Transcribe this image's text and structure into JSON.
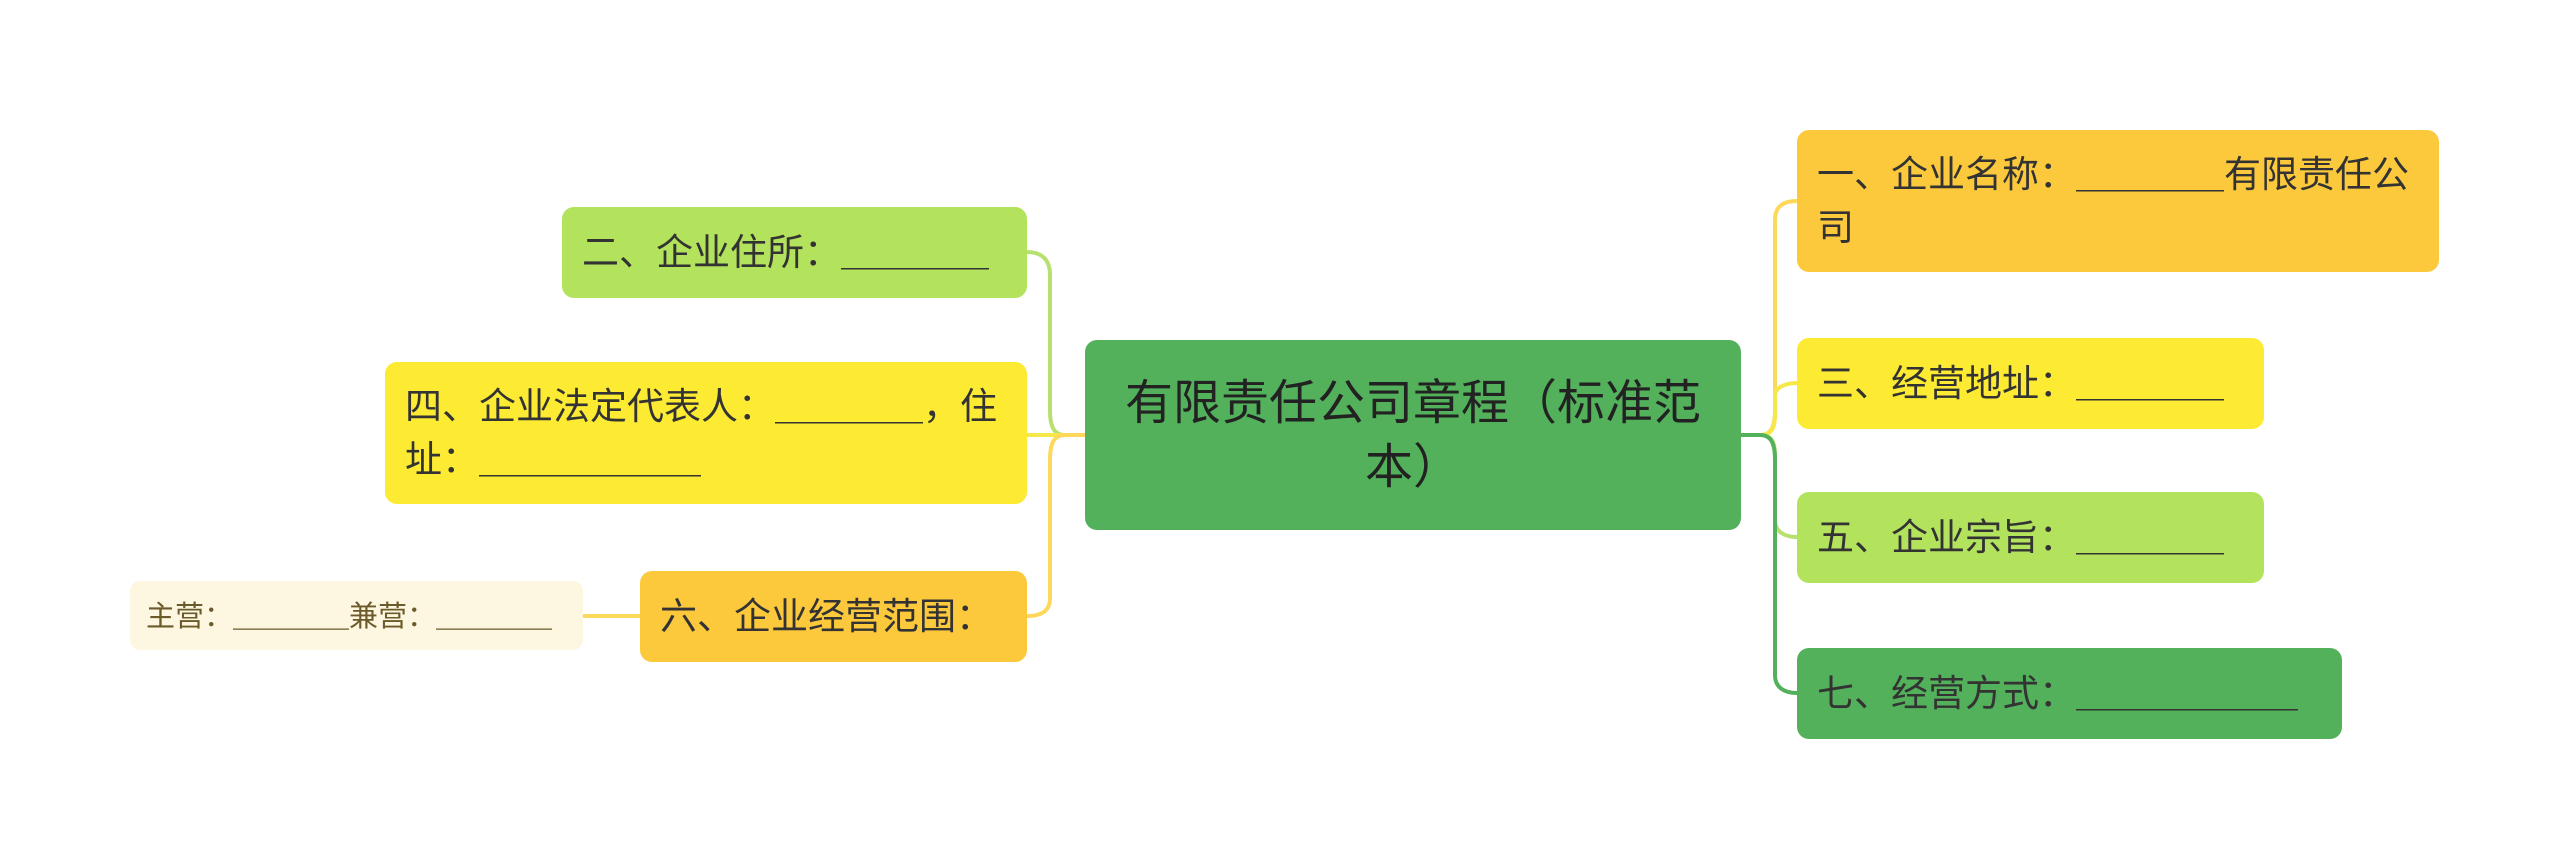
{
  "mindmap": {
    "root": "有限责任公司章程（标准范本）",
    "right": [
      "一、企业名称：＿＿＿＿有限责任公司",
      "三、经营地址：＿＿＿＿",
      "五、企业宗旨：＿＿＿＿",
      "七、经营方式：＿＿＿＿＿＿"
    ],
    "left": [
      "二、企业住所：＿＿＿＿",
      "四、企业法定代表人：＿＿＿＿，住址：＿＿＿＿＿＿",
      "六、企业经营范围："
    ],
    "leaf": "主营：＿＿＿＿兼营：＿＿＿＿"
  },
  "colors": {
    "green": "#53b05b",
    "light_green": "#b3e35d",
    "yellow": "#fdeb33",
    "orange": "#fdc93c",
    "cream": "#fdf6e0"
  }
}
